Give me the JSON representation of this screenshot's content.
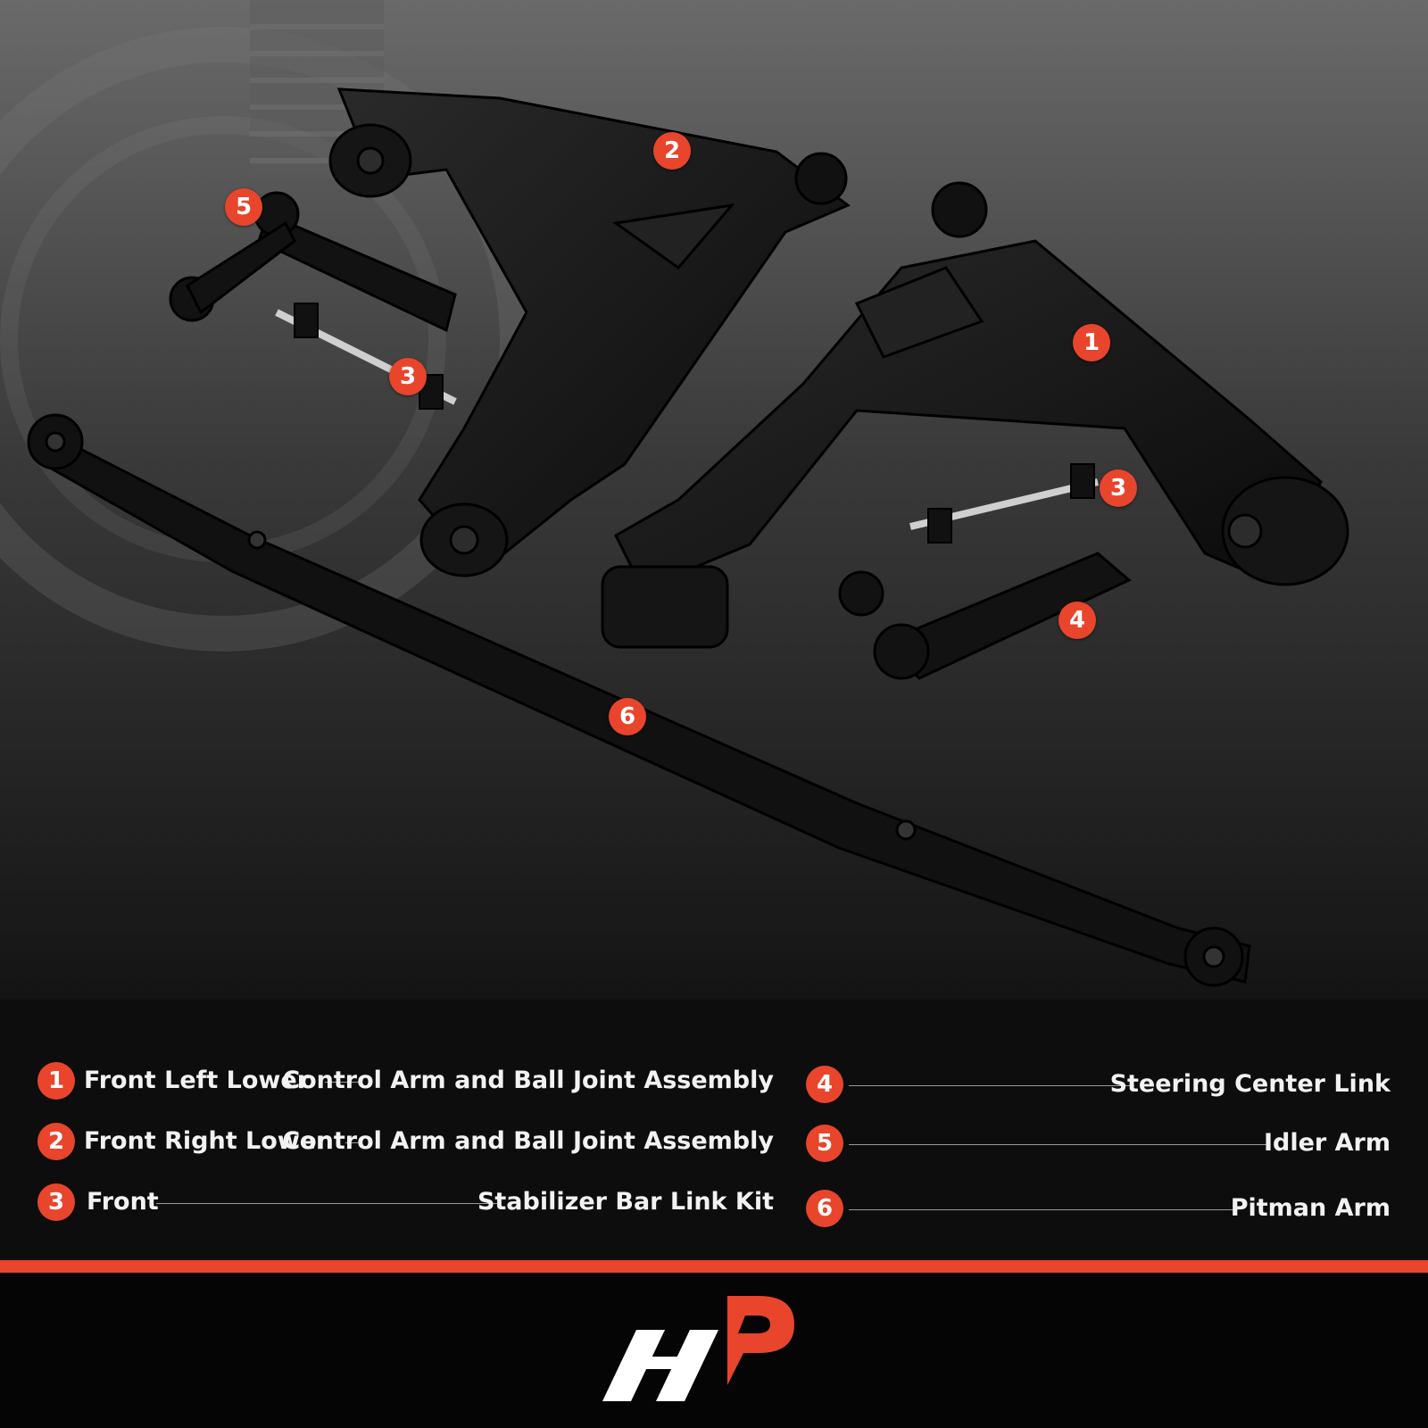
{
  "callouts": [
    {
      "num": "1"
    },
    {
      "num": "2"
    },
    {
      "num": "3"
    },
    {
      "num": "3"
    },
    {
      "num": "4"
    },
    {
      "num": "5"
    },
    {
      "num": "6"
    }
  ],
  "legend_left": [
    {
      "num": "1",
      "a": "Front Left Lower",
      "b": "Control Arm and Ball Joint Assembly"
    },
    {
      "num": "2",
      "a": "Front Right Lower",
      "b": "Control Arm and Ball Joint Assembly"
    },
    {
      "num": "3",
      "a": "Front",
      "b": "Stabilizer Bar Link Kit"
    }
  ],
  "legend_right": [
    {
      "num": "4",
      "b": "Steering Center Link"
    },
    {
      "num": "5",
      "b": "Idler Arm"
    },
    {
      "num": "6",
      "b": "Pitman Arm"
    }
  ],
  "logo": {
    "name": "brand-logo",
    "accent": "#e8452c",
    "fg": "#ffffff"
  },
  "colors": {
    "accent": "#e8452c",
    "bg": "#0d0d0d"
  }
}
